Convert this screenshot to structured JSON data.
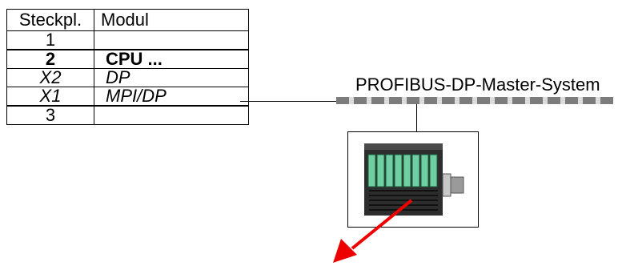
{
  "table": {
    "headers": {
      "slot": "Steckpl.",
      "module": "Modul"
    },
    "rows": [
      {
        "slot": "1",
        "module": ""
      },
      {
        "slot": "2",
        "module": "CPU ..."
      },
      {
        "slot": "X2",
        "module": "DP"
      },
      {
        "slot": "X1",
        "module": "MPI/DP"
      },
      {
        "slot": "3",
        "module": ""
      }
    ]
  },
  "bus": {
    "label": "PROFIBUS-DP-Master-System"
  },
  "colors": {
    "arrow": "#ee0000",
    "module_green": "#6fcfa3",
    "module_body": "#2d2d2d"
  },
  "icons": {
    "slave": "io-module-icon",
    "arrow": "arrow-icon"
  }
}
